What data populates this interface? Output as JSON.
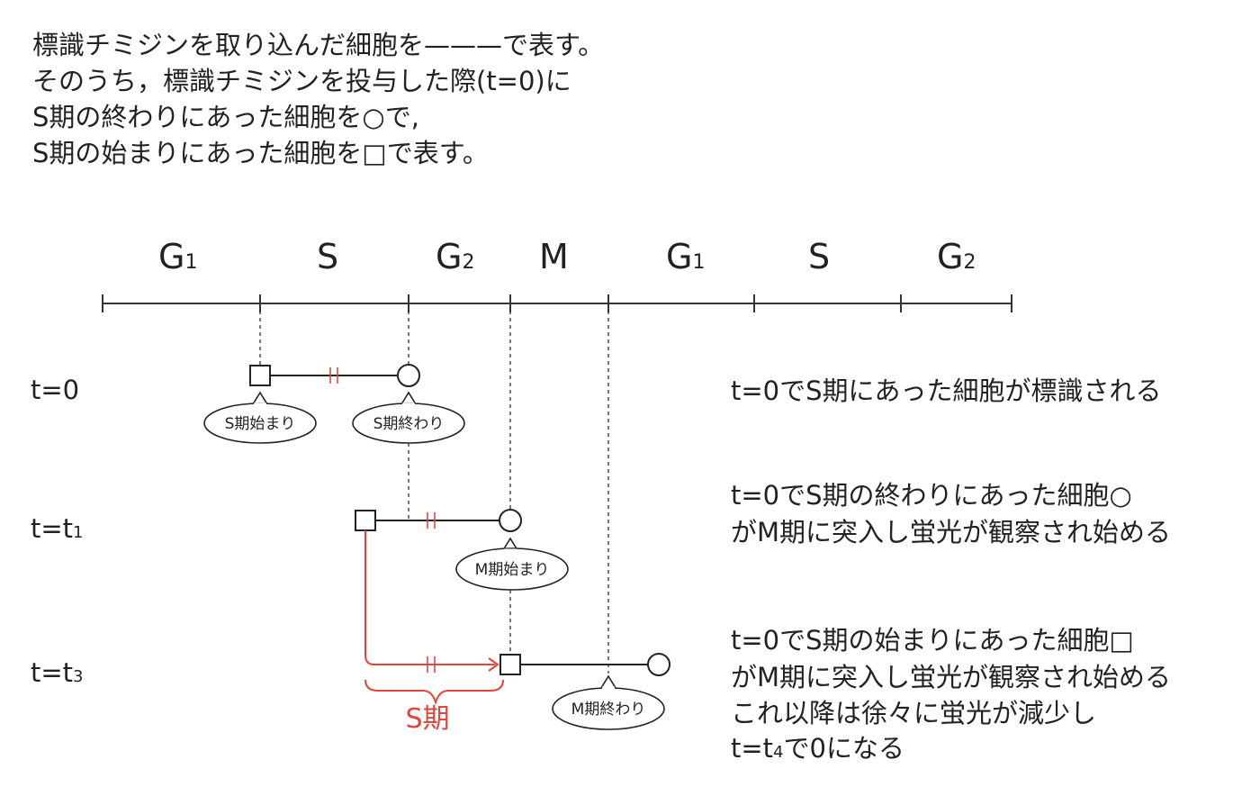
{
  "intro": {
    "line1": "標識チミジンを取り込んだ細胞を———で表す。",
    "line2": "そのうち，標識チミジンを投与した際(t=0)に",
    "line3": "S期の終わりにあった細胞を○で,",
    "line4": "S期の始まりにあった細胞を□で表す。"
  },
  "phases": [
    {
      "main": "G",
      "sub": "1"
    },
    {
      "main": "S",
      "sub": ""
    },
    {
      "main": "G",
      "sub": "2"
    },
    {
      "main": "M",
      "sub": ""
    },
    {
      "main": "G",
      "sub": "1"
    },
    {
      "main": "S",
      "sub": ""
    },
    {
      "main": "G",
      "sub": "2"
    }
  ],
  "rows": {
    "r0": {
      "label": "t=0",
      "desc": [
        "t=0でS期にあった細胞が標識される"
      ]
    },
    "r1": {
      "label_main": "t=t",
      "label_sub": "1",
      "desc": [
        "t=0でS期の終わりにあった細胞○",
        "がM期に突入し蛍光が観察され始める"
      ]
    },
    "r3": {
      "label_main": "t=t",
      "label_sub": "3",
      "desc": [
        "t=0でS期の始まりにあった細胞□",
        "がM期に突入し蛍光が観察され始める",
        "これ以降は徐々に蛍光が減少し"
      ],
      "desc_last_a": "t=t",
      "desc_last_sub": "4",
      "desc_last_b": "で0になる"
    }
  },
  "bubbles": {
    "s_start": "S期始まり",
    "s_end": "S期終わり",
    "m_start": "M期始まり",
    "m_end": "M期終わり"
  },
  "brace_label": "S期",
  "colors": {
    "accent": "#e0463b",
    "line": "#222222"
  }
}
